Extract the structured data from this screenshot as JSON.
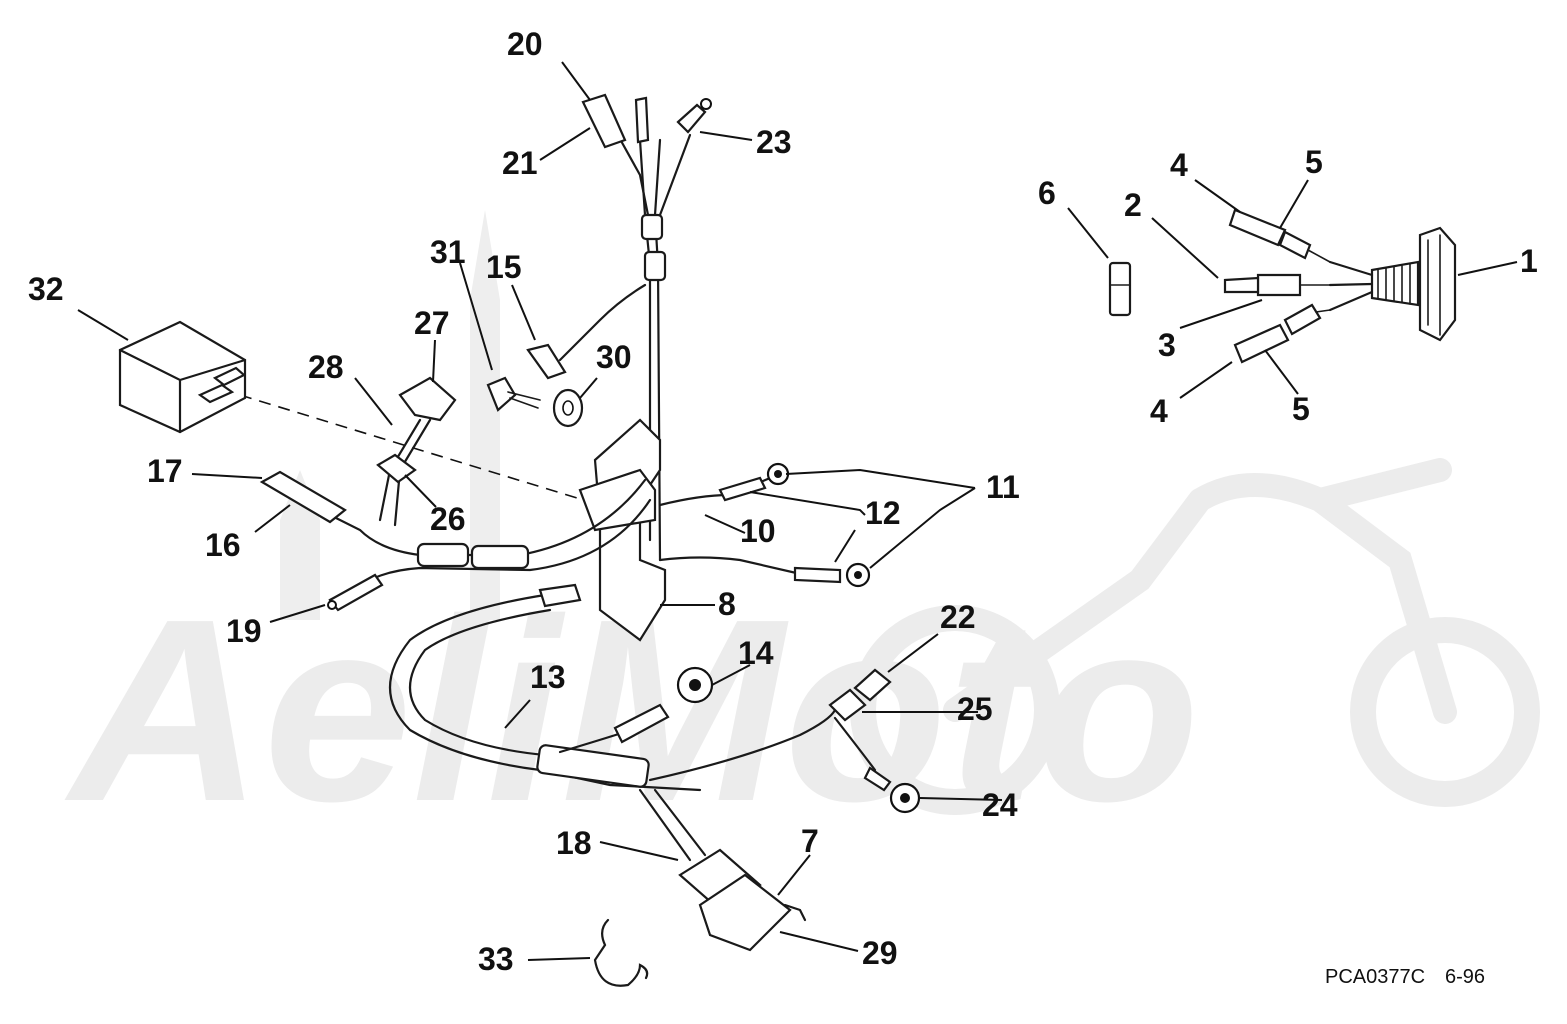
{
  "diagram": {
    "callouts": [
      {
        "key": "c1",
        "text": "1"
      },
      {
        "key": "c2",
        "text": "2"
      },
      {
        "key": "c3",
        "text": "3"
      },
      {
        "key": "c4a",
        "text": "4"
      },
      {
        "key": "c4b",
        "text": "4"
      },
      {
        "key": "c5a",
        "text": "5"
      },
      {
        "key": "c5b",
        "text": "5"
      },
      {
        "key": "c6",
        "text": "6"
      },
      {
        "key": "c7",
        "text": "7"
      },
      {
        "key": "c8",
        "text": "8"
      },
      {
        "key": "c10",
        "text": "10"
      },
      {
        "key": "c11",
        "text": "11"
      },
      {
        "key": "c12",
        "text": "12"
      },
      {
        "key": "c13",
        "text": "13"
      },
      {
        "key": "c14",
        "text": "14"
      },
      {
        "key": "c15",
        "text": "15"
      },
      {
        "key": "c16",
        "text": "16"
      },
      {
        "key": "c17",
        "text": "17"
      },
      {
        "key": "c18",
        "text": "18"
      },
      {
        "key": "c19",
        "text": "19"
      },
      {
        "key": "c20",
        "text": "20"
      },
      {
        "key": "c21",
        "text": "21"
      },
      {
        "key": "c22",
        "text": "22"
      },
      {
        "key": "c23",
        "text": "23"
      },
      {
        "key": "c24",
        "text": "24"
      },
      {
        "key": "c25",
        "text": "25"
      },
      {
        "key": "c26",
        "text": "26"
      },
      {
        "key": "c27",
        "text": "27"
      },
      {
        "key": "c28",
        "text": "28"
      },
      {
        "key": "c29",
        "text": "29"
      },
      {
        "key": "c30",
        "text": "30"
      },
      {
        "key": "c31",
        "text": "31"
      },
      {
        "key": "c32",
        "text": "32"
      },
      {
        "key": "c33",
        "text": "33"
      }
    ],
    "caption_code": "PCA0377C",
    "caption_date": "6-96",
    "watermark_text": "AeliMoto"
  },
  "colors": {
    "line": "#111111",
    "watermark": "#ededed",
    "background": "#ffffff"
  }
}
